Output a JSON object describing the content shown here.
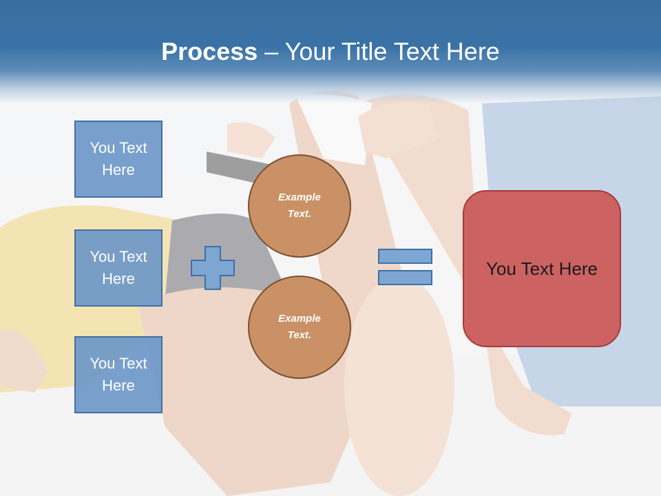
{
  "slide": {
    "title_bold": "Process",
    "title_rest": " – Your Title Text Here"
  },
  "left_boxes": [
    {
      "label": "You Text Here"
    },
    {
      "label": "You Text Here"
    },
    {
      "label": "You Text Here"
    }
  ],
  "circles": [
    {
      "label": "Example Text."
    },
    {
      "label": "Example Text."
    }
  ],
  "operators": {
    "plus": "plus-icon",
    "equals": "equals-icon"
  },
  "result": {
    "label": "You Text Here"
  },
  "colors": {
    "title_band": "#3a72a6",
    "box_fill": "#6e98c8",
    "circle_fill": "#c99165",
    "result_fill": "#cd6262"
  }
}
